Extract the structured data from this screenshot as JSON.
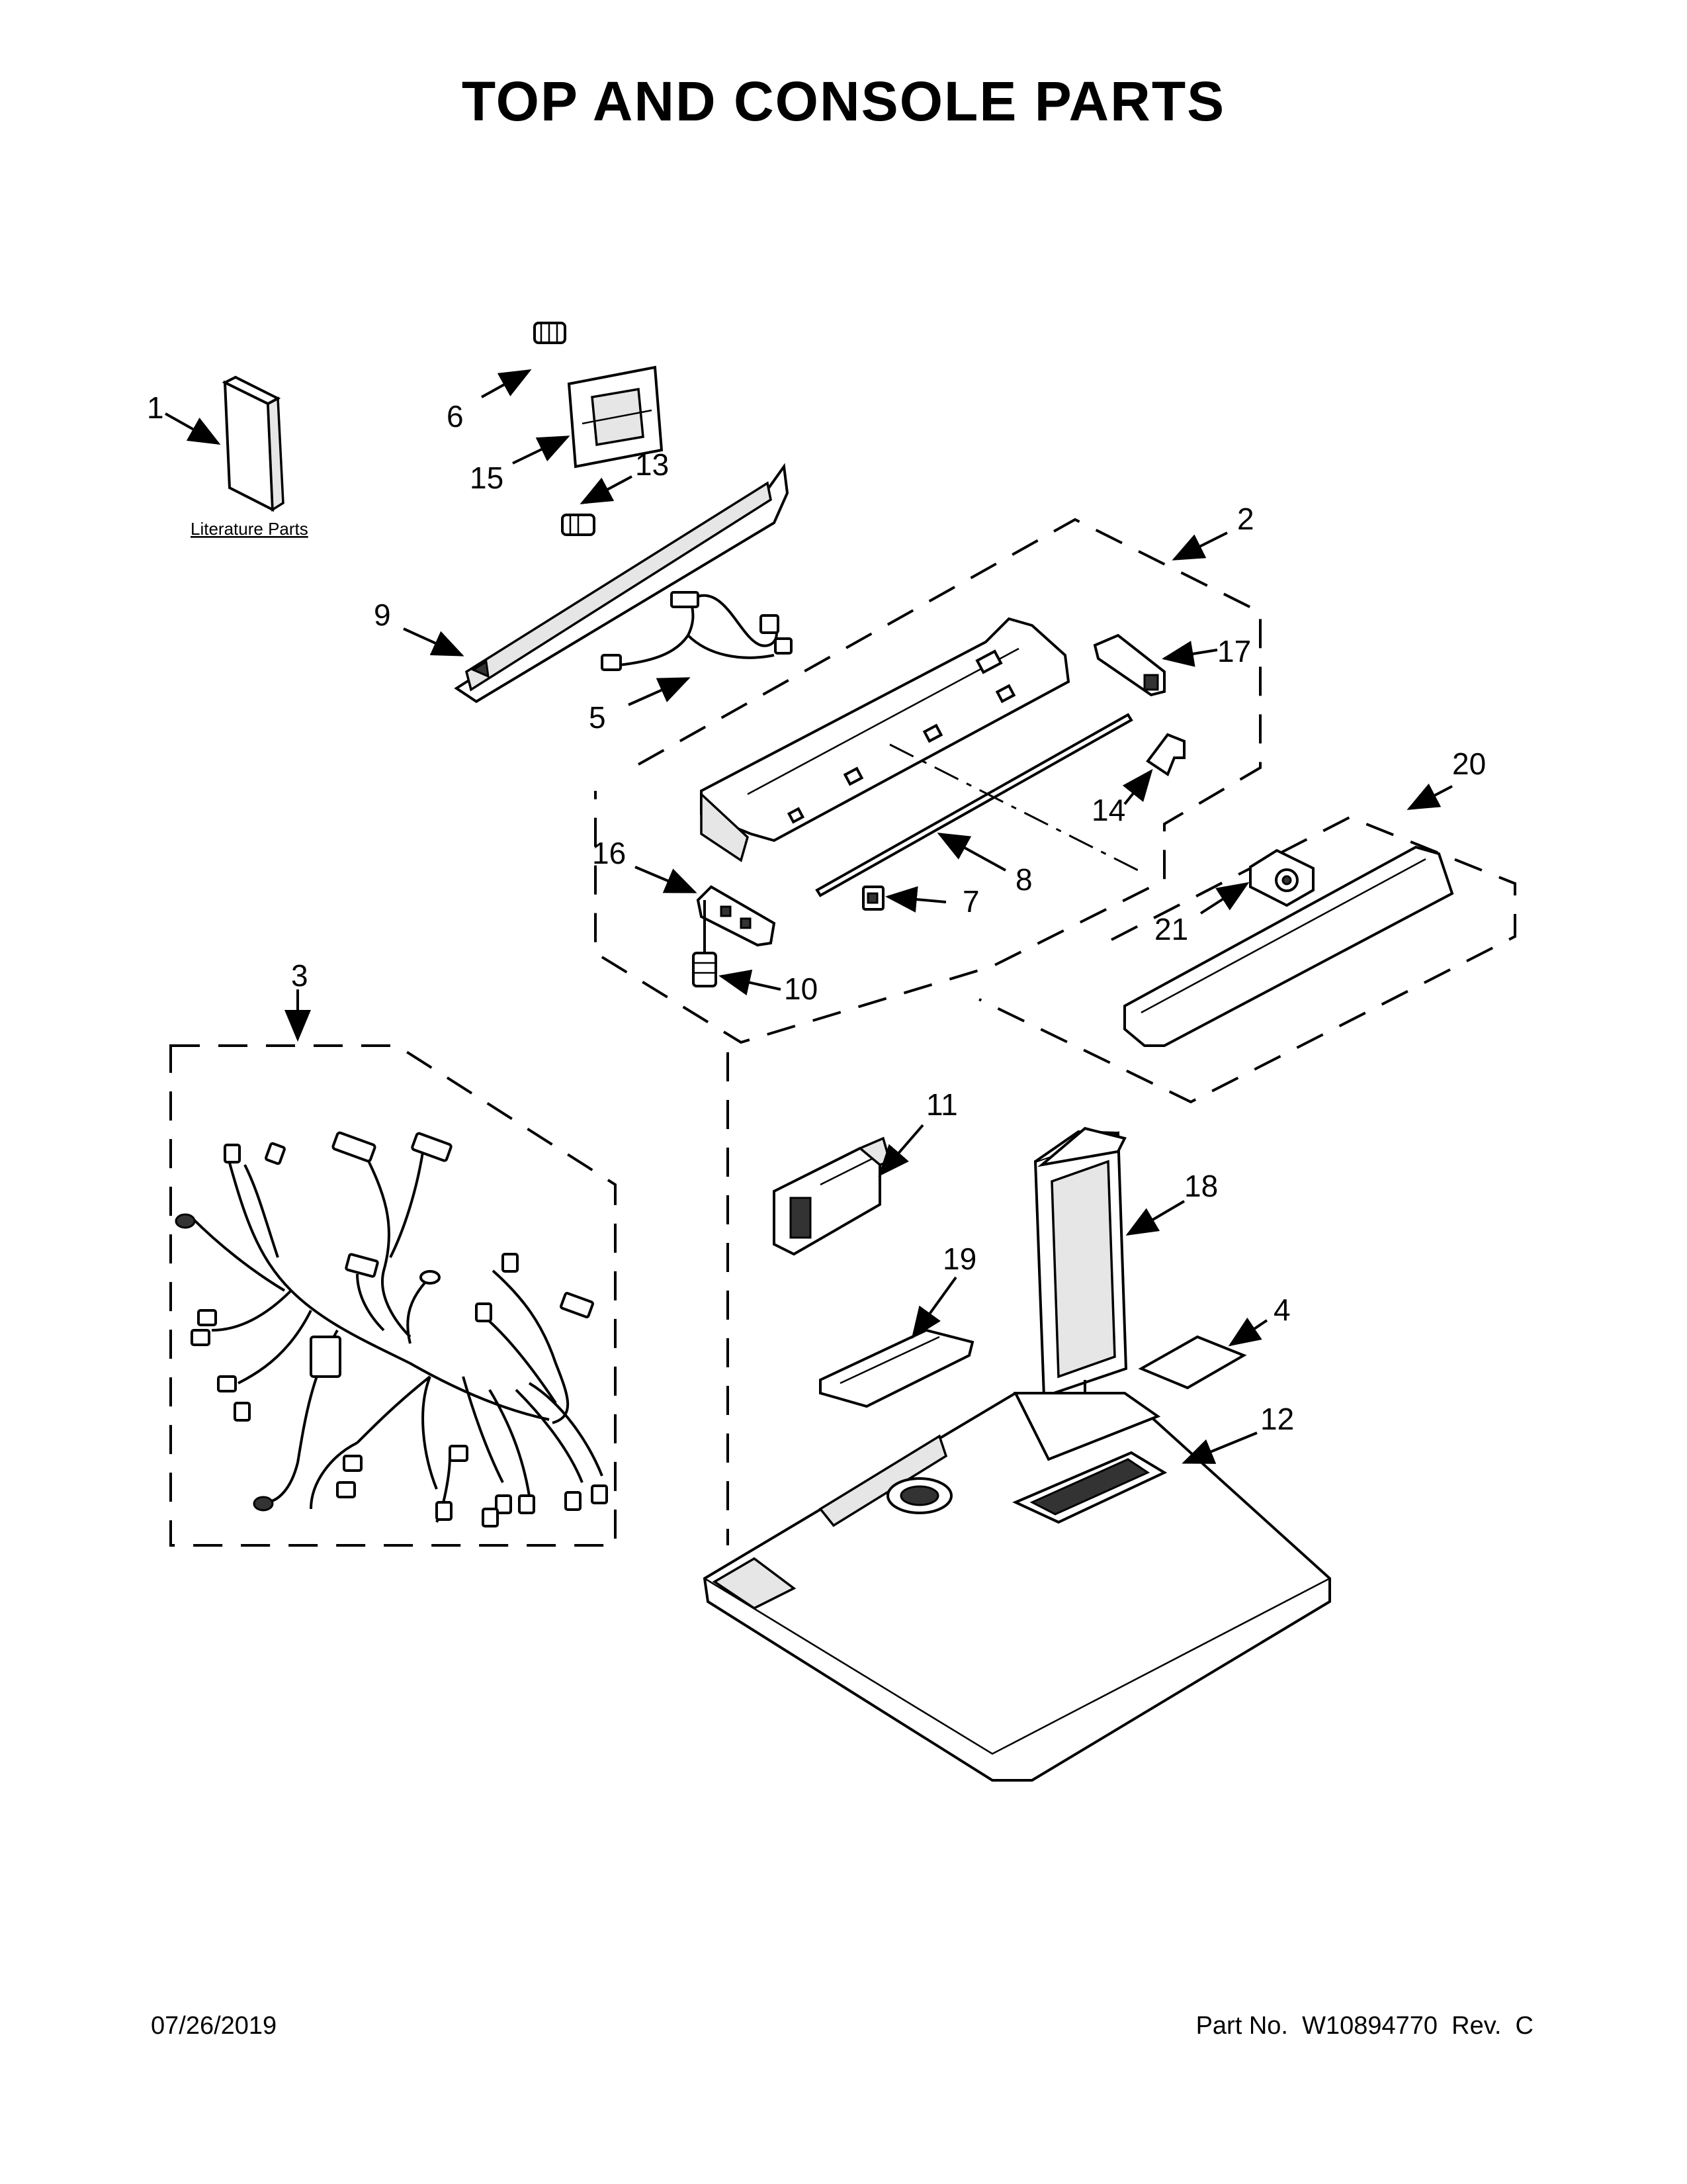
{
  "title": "TOP AND CONSOLE PARTS",
  "literature_label": "Literature Parts",
  "callouts": [
    "1",
    "2",
    "3",
    "4",
    "5",
    "6",
    "7",
    "8",
    "9",
    "10",
    "11",
    "12",
    "13",
    "14",
    "15",
    "16",
    "17",
    "18",
    "19",
    "20",
    "21"
  ],
  "footer": {
    "date": "07/26/2019",
    "part_label": "Part No.  W10894770  Rev.  C"
  }
}
